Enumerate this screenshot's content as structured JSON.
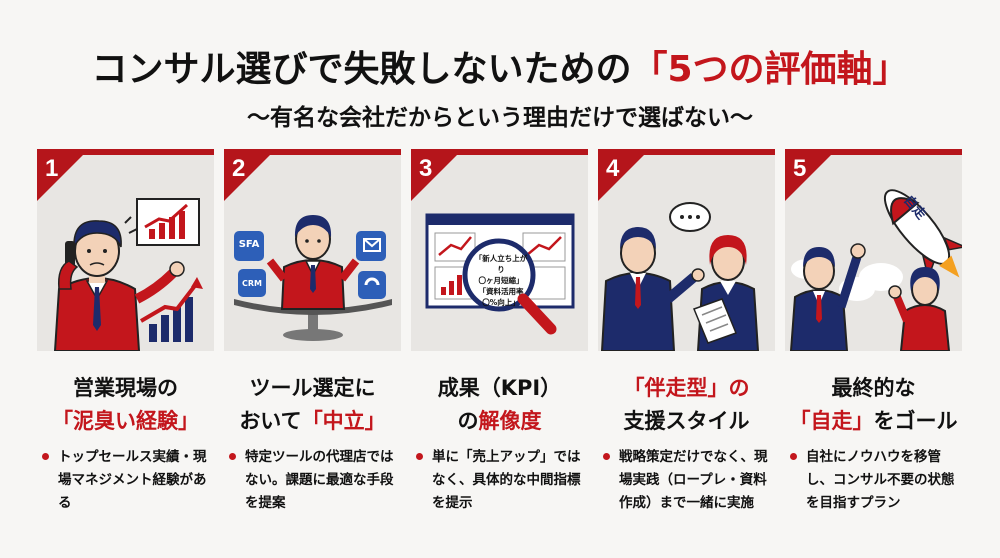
{
  "title": {
    "main": "コンサル選びで失敗しないための",
    "highlight": "「5つの評価軸」"
  },
  "subtitle": "〜有名な会社だからという理由だけで選ばない〜",
  "colors": {
    "accent": "#c3161c",
    "navy": "#1d2b6b"
  },
  "cards": [
    {
      "number": "1",
      "head_line1": "営業現場の",
      "head_line2": "「泥臭い経験」",
      "desc": "トップセールス実績・現場マネジメント経験がある",
      "icons": [
        "phone-icon",
        "chart-icon",
        "growth-icon"
      ]
    },
    {
      "number": "2",
      "head_line1": "ツール選定に",
      "head_line2_prefix": "おいて",
      "head_line2_red": "「中立」",
      "desc": "特定ツールの代理店ではない。課題に最適な手段を提案",
      "icon_labels": {
        "sfa": "SFA",
        "crm": "CRM"
      }
    },
    {
      "number": "3",
      "head_line1": "成果（KPI）",
      "head_line2_prefix": "の",
      "head_line2_red": "解像度",
      "desc": "単に「売上アップ」ではなく、具体的な中間指標を提示",
      "lens_text": [
        "「新人立ち上がり",
        "〇ヶ月短縮」",
        "「資料活用率",
        "〇%向上」"
      ]
    },
    {
      "number": "4",
      "head_line1": "「伴走型」の",
      "head_line2": "支援スタイル",
      "desc": "戦略策定だけでなく、現場実践（ロープレ・資料作成）まで一緒に実施"
    },
    {
      "number": "5",
      "head_line1": "最終的な",
      "head_line2_red": "「自走」",
      "head_line2_suffix": "をゴール",
      "desc": "自社にノウハウを移管し、コンサル不要の状態を目指すプラン",
      "rocket_text": "自走"
    }
  ]
}
